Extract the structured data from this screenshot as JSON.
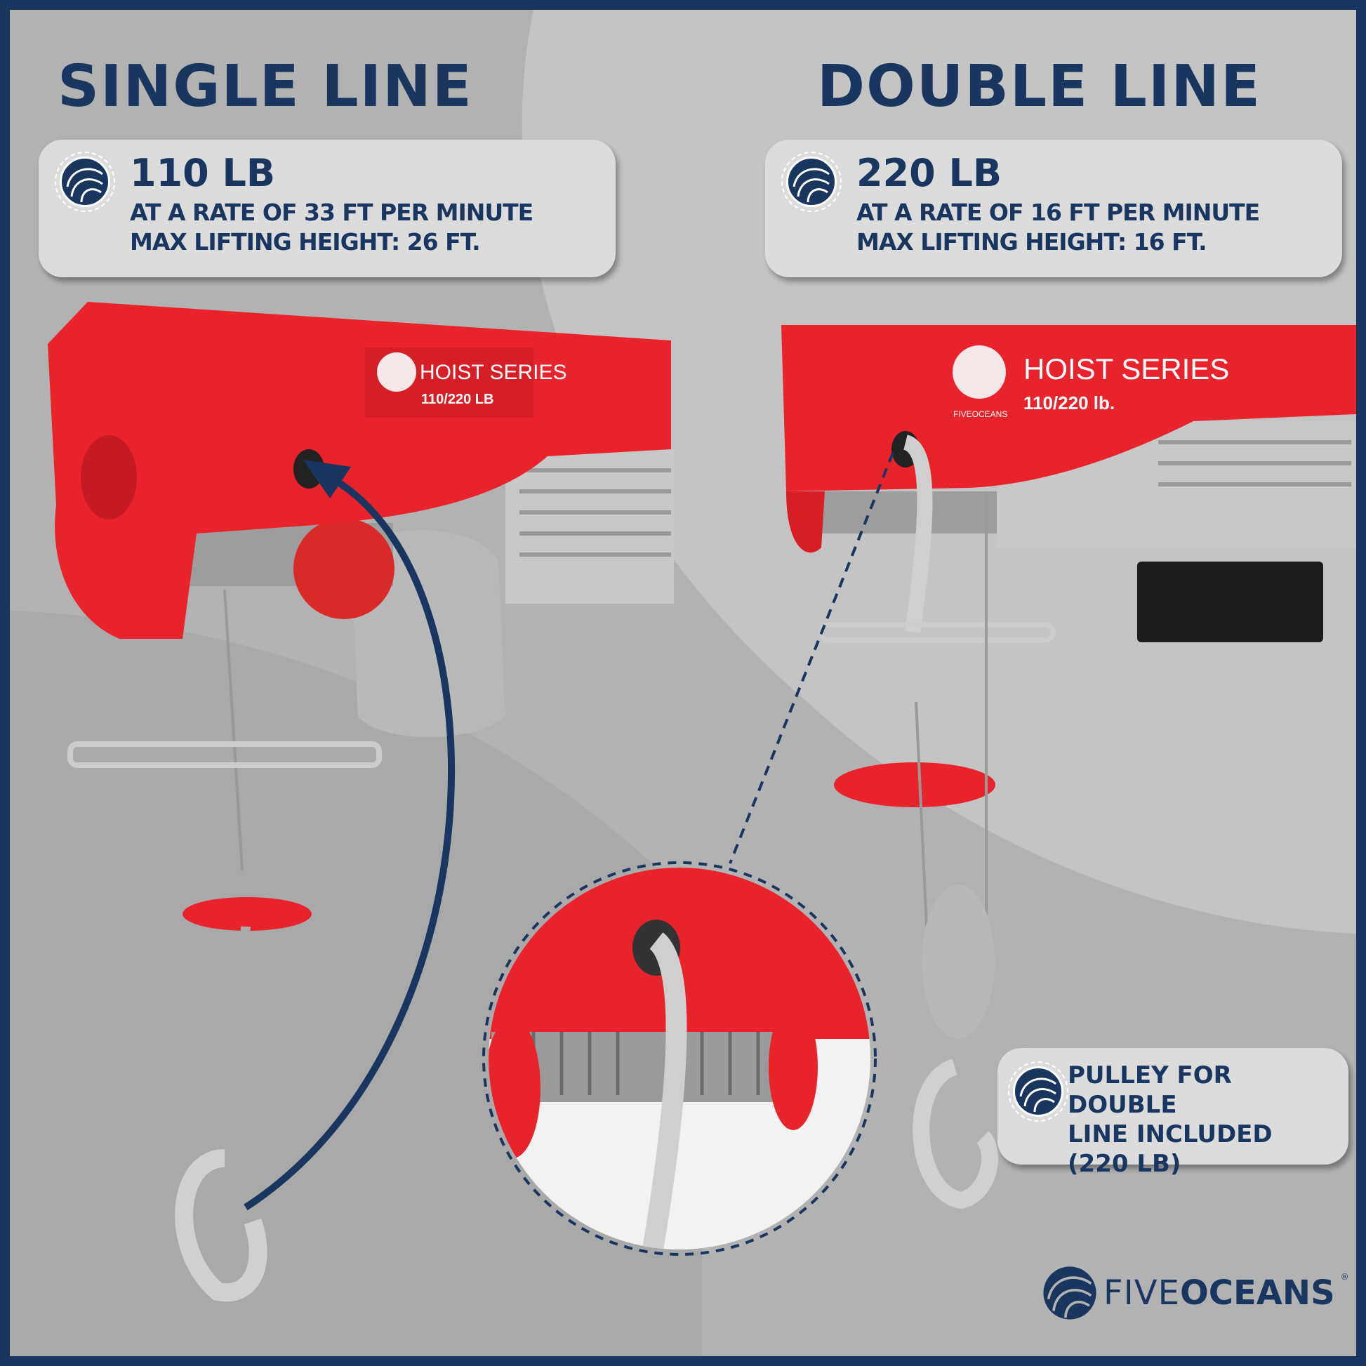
{
  "sections": {
    "single": {
      "title": "SINGLE LINE",
      "capacity": "110 LB",
      "rate": "AT A RATE OF 33 FT PER MINUTE",
      "height": "MAX LIFTING HEIGHT: 26 FT."
    },
    "double": {
      "title": "DOUBLE LINE",
      "capacity": "220 LB",
      "rate": "AT A RATE OF 16 FT PER MINUTE",
      "height": "MAX LIFTING HEIGHT: 16 FT."
    }
  },
  "pulley_note": {
    "line1": "PULLEY FOR DOUBLE",
    "line2": "LINE INCLUDED",
    "line3": "(220 LB)"
  },
  "product_labels": {
    "left_series": "HOIST SERIES",
    "left_rating": "110/220 LB",
    "right_series": "HOIST SERIES",
    "right_rating": "110/220 lb.",
    "brand_small": "FIVEOCEANS"
  },
  "logo": {
    "five": "FIVE",
    "oceans": "OCEANS",
    "reg": "®"
  },
  "colors": {
    "navy": "#1a365f",
    "red": "#e8232b",
    "bg": "#b2b2b2",
    "card": "#dcdcdc"
  }
}
